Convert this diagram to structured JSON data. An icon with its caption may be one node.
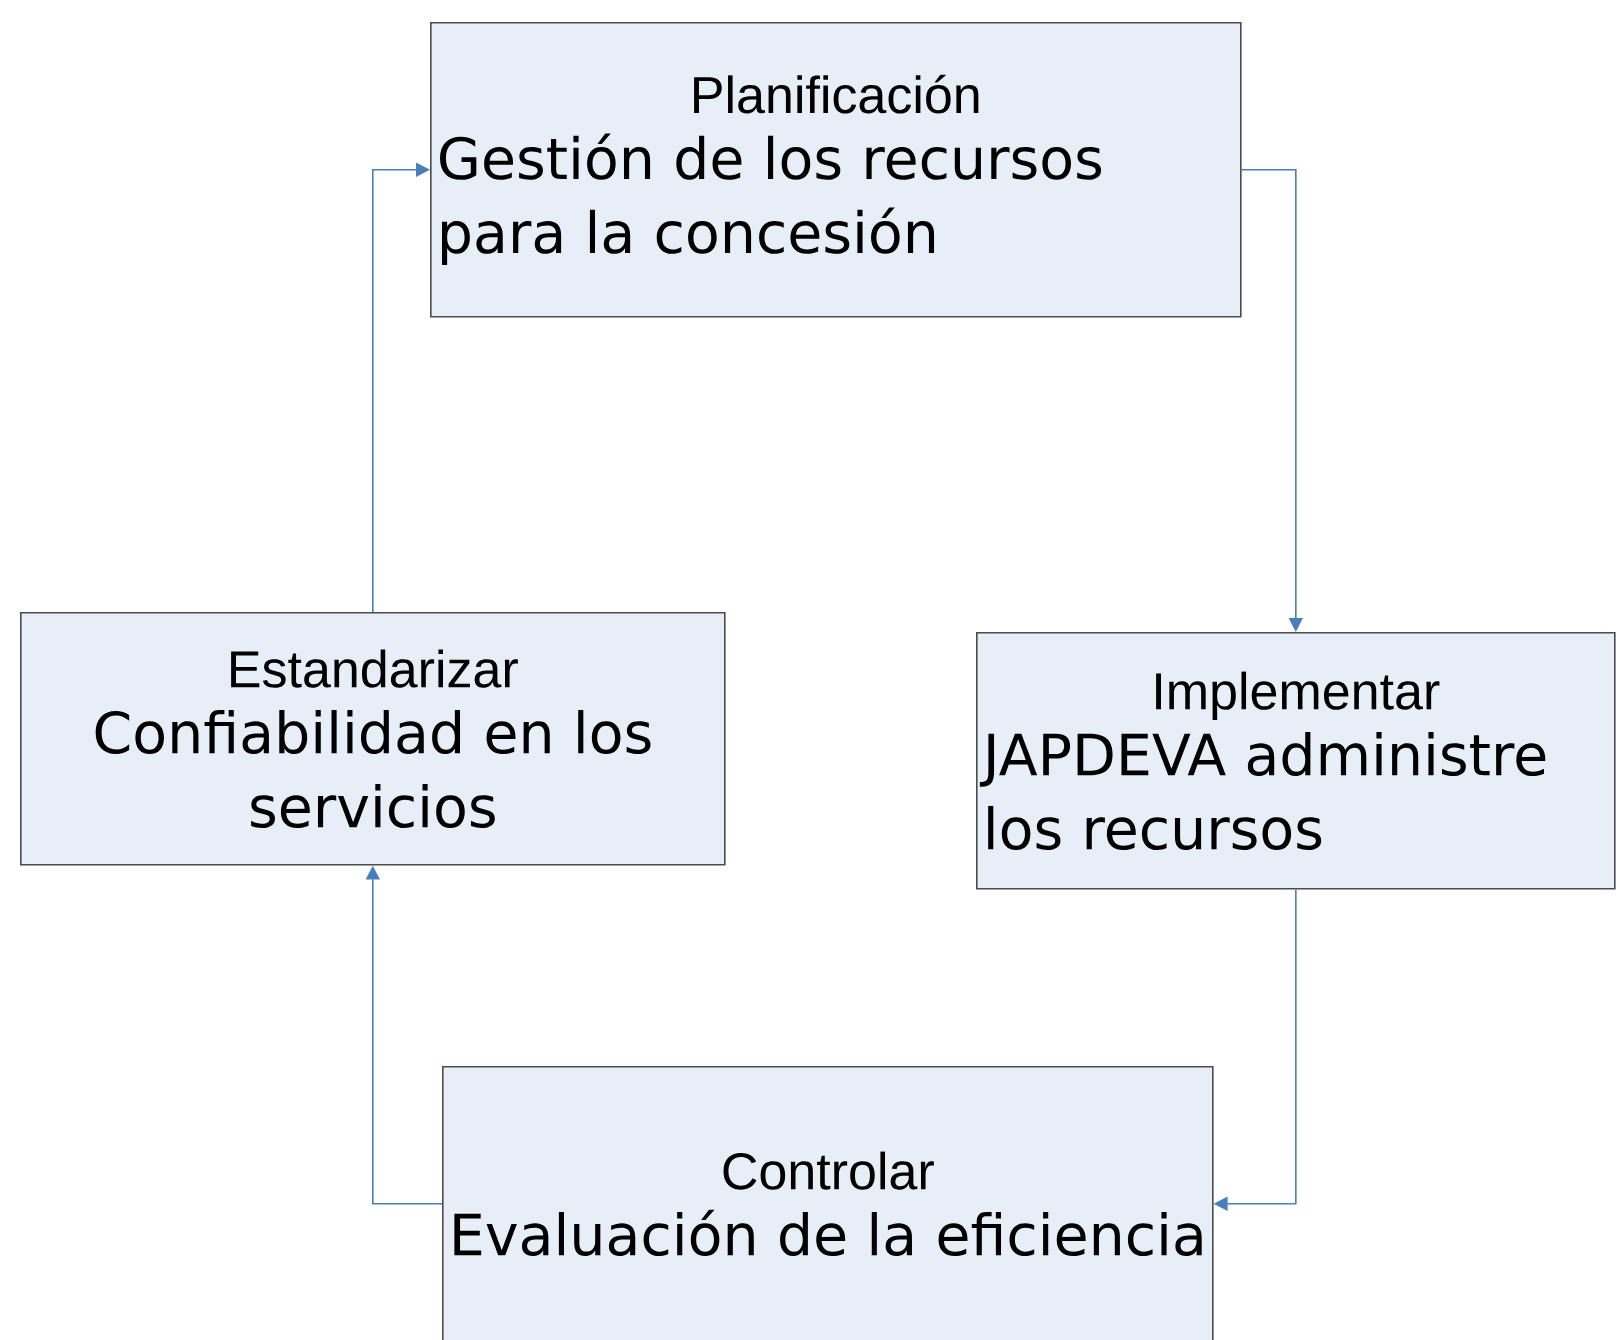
{
  "diagram": {
    "nodes": [
      {
        "text": [
          "Planificación",
          "Gestión de los recursos para la concesión"
        ]
      },
      {
        "text": [
          "Implementar",
          "JAPDEVA administre los recursos"
        ]
      },
      {
        "text": [
          "Controlar",
          "Evaluación de la eficiencia"
        ]
      },
      {
        "text": [
          "Estandarizar",
          "Confiabilidad en los servicios"
        ]
      }
    ],
    "edges": [
      {
        "from": 0,
        "to": 1,
        "arrow": "to"
      },
      {
        "from": 1,
        "to": 2,
        "arrow": "to"
      },
      {
        "from": 2,
        "to": 3,
        "arrow": "to"
      },
      {
        "from": 3,
        "to": 0,
        "arrow": "to"
      }
    ]
  }
}
